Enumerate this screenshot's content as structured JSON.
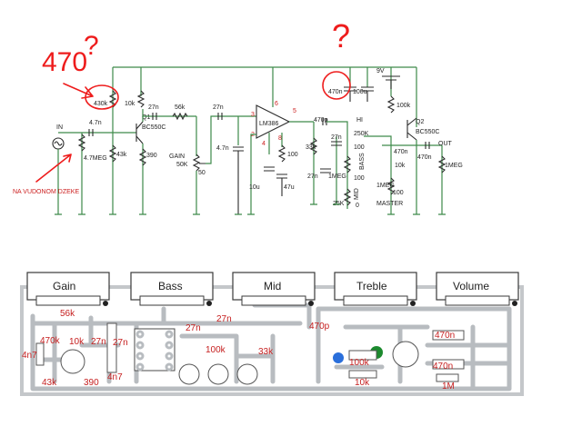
{
  "schematic": {
    "annotations": {
      "handwritten_470": "470",
      "question_mark": "?",
      "arrow_note": "NA VUDONOM DZEKE"
    },
    "parts": {
      "in": "IN",
      "out": "OUT",
      "c_in": "4.7n",
      "r_in": "4.7MEG",
      "r_bias_top": "430k",
      "r_q1_c": "10k",
      "q1": "Q1",
      "q1_type": "BC550C",
      "r_q1_b": "43k",
      "r_q1_e": "390",
      "c_q1_out": "27n",
      "r_56k": "56k",
      "gain": "GAIN",
      "gain_pot": "50K",
      "gain_w": "50",
      "c_27n_b": "27n",
      "c_4n7_b": "4.7n",
      "ic": "LM386",
      "pin3": "3",
      "pin2": "2",
      "pin6": "6",
      "pin5": "5",
      "pin4": "4",
      "pin8": "8",
      "c_10u": "10u",
      "r_100": "100",
      "c_47u": "47u",
      "c_470n_top": "470n",
      "c_100u": "100u",
      "v9": "9V",
      "c_470p": "470p",
      "hi": "HI",
      "pot_250k": "250K",
      "r_33k": "33k",
      "c_27n_t": "27n",
      "r_100_t": "100",
      "c_27n_m": "27n",
      "pot_1meg_bass": "1MEG",
      "bass": "BASS",
      "r_100_b": "100",
      "pot_25k": "25K",
      "mid": "MID",
      "mid_zero": "0",
      "pot_1meg_master": "1MEG",
      "r_100_m": "100",
      "master": "MASTER",
      "r_100k_q2": "100k",
      "q2": "Q2",
      "q2_type": "BC550C",
      "r_10k_q2": "10k",
      "c_470n_q2": "470n",
      "c_470n_out": "470n",
      "r_1meg_out": "1MEG"
    }
  },
  "pcb": {
    "pots": [
      "Gain",
      "Bass",
      "Mid",
      "Treble",
      "Volume"
    ],
    "labels": {
      "r56k": "56k",
      "r470k": "470k",
      "r10k": "10k",
      "c27n_a": "27n",
      "c4n7_a": "4n7",
      "r43k": "43k",
      "r390": "390",
      "c27n_b": "27n",
      "c4n7_b": "4n7",
      "c27n_c": "27n",
      "c27n_d": "27n",
      "r100k_a": "100k",
      "r33k": "33k",
      "c470p": "470p",
      "r100k_b": "100k",
      "r10k_b": "10k",
      "c470n_a": "470n",
      "c470n_b": "470n",
      "r1m": "1M"
    }
  }
}
